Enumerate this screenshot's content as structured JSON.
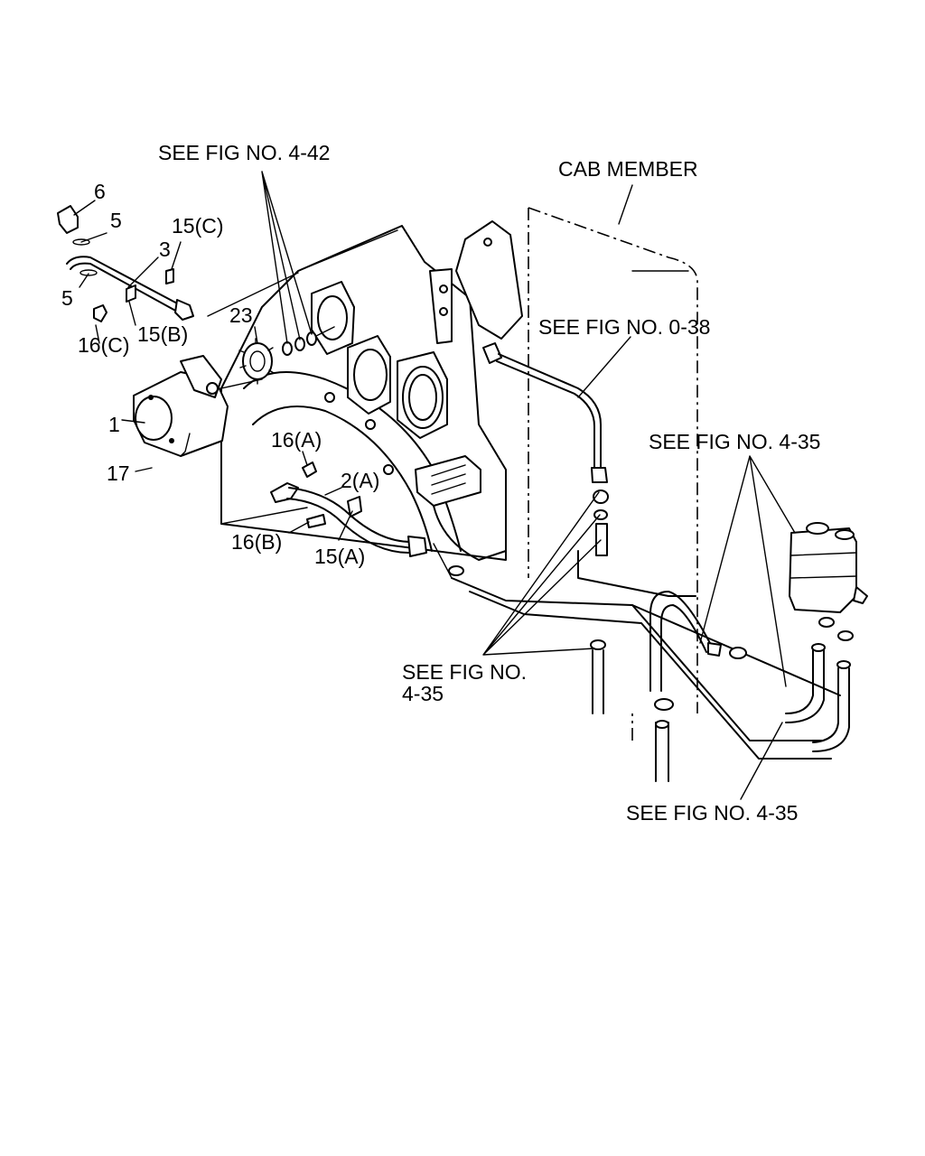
{
  "references": {
    "fig_4_42": "SEE FIG NO. 4-42",
    "fig_0_38": "SEE FIG NO. 0-38",
    "fig_4_35_upper": "SEE FIG NO. 4-35",
    "fig_4_35_lower_line1": "SEE FIG NO.",
    "fig_4_35_lower_line2": "4-35",
    "fig_4_35_bottom": "SEE FIG NO. 4-35",
    "cab_member": "CAB MEMBER"
  },
  "callouts": {
    "p1": "1",
    "p2a": "2(A)",
    "p3": "3",
    "p5_upper": "5",
    "p5_lower": "5",
    "p6": "6",
    "p15a": "15(A)",
    "p15b": "15(B)",
    "p15c": "15(C)",
    "p16a": "16(A)",
    "p16b": "16(B)",
    "p16c": "16(C)",
    "p17": "17",
    "p23": "23"
  }
}
